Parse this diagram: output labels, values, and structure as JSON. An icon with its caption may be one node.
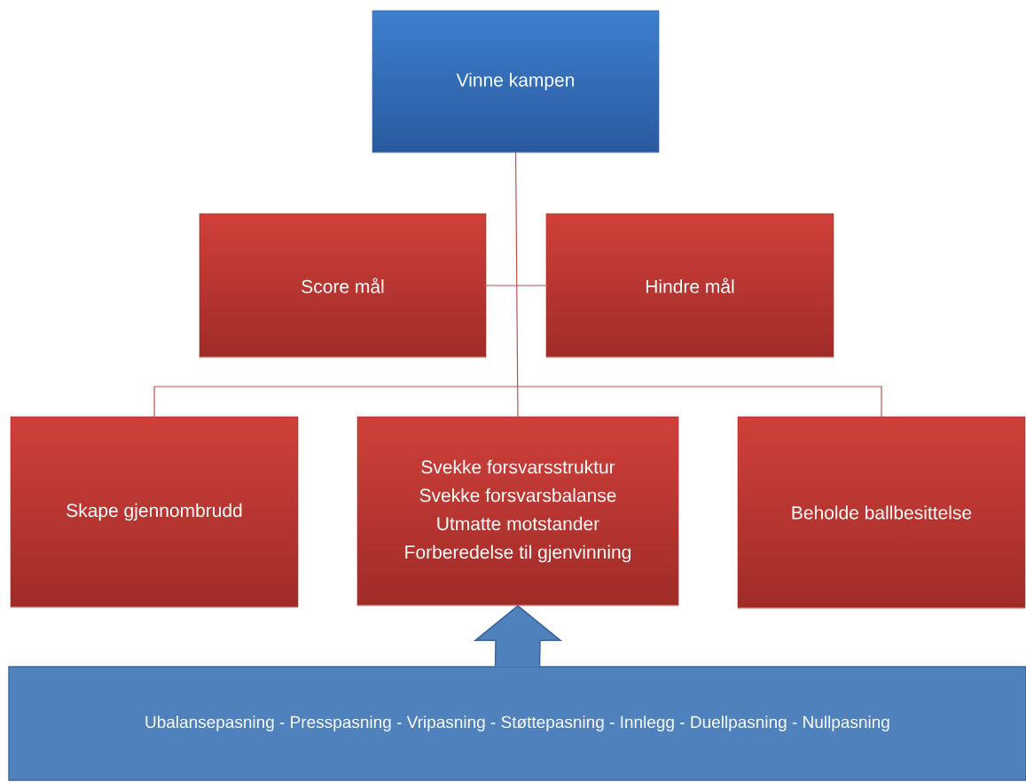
{
  "diagram": {
    "nodes": [
      {
        "text": [
          "Vinne kampen"
        ]
      },
      {
        "text": [
          "Score mål"
        ]
      },
      {
        "text": [
          "Hindre mål"
        ]
      },
      {
        "text": [
          "Skape gjennombrudd"
        ]
      },
      {
        "text": [
          "Svekke forsvarsstruktur",
          "Svekke forsvarsbalanse",
          "Utmatte motstander",
          "Forberedelse til gjenvinning"
        ]
      },
      {
        "text": [
          "Beholde ballbesittelse"
        ]
      },
      {
        "text": [
          "Ubalansepasning - Presspasning - Vripasning - Støttepasning - Innlegg - Duellpasning - Nullpasning"
        ]
      }
    ],
    "edges": [
      {
        "from": 0,
        "to": 1,
        "arrow": "none"
      },
      {
        "from": 0,
        "to": 2,
        "arrow": "none"
      },
      {
        "from": 0,
        "to": 3,
        "arrow": "none"
      },
      {
        "from": 0,
        "to": 4,
        "arrow": "none"
      },
      {
        "from": 0,
        "to": 5,
        "arrow": "none"
      },
      {
        "from": 6,
        "to": 4,
        "arrow": "to",
        "style": "thick",
        "color": "#4f81bd"
      }
    ]
  }
}
